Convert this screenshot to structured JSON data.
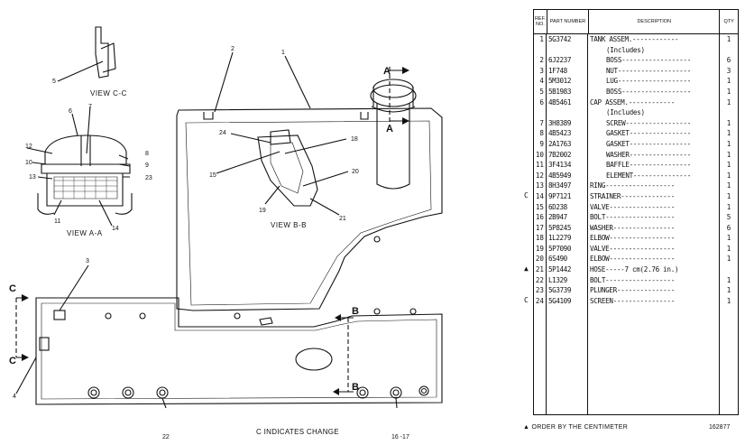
{
  "drawing": {
    "view_labels": {
      "view_cc": "VIEW C-C",
      "view_aa": "VIEW A-A",
      "view_bb": "VIEW B-B"
    },
    "section_letters": {
      "a_top": "A",
      "a_bottom": "A",
      "b_top": "B",
      "b_bottom": "B",
      "c_top": "C",
      "c_bottom": "C"
    },
    "callouts": [
      "1",
      "2",
      "3",
      "4",
      "5",
      "6",
      "7",
      "8",
      "9",
      "10",
      "11",
      "12",
      "13",
      "14",
      "15",
      "16 -17",
      "18",
      "19",
      "20",
      "21",
      "22",
      "23",
      "24"
    ],
    "change_note": "C INDICATES CHANGE"
  },
  "parts_table": {
    "headers": {
      "ref_no": "REF. NO.",
      "part_number": "PART NUMBER",
      "description": "DESCRIPTION",
      "qty": "QTY"
    },
    "rows": [
      {
        "mark": "",
        "ref": "1",
        "part": "5G3742",
        "desc": "TANK ASSEM.------------",
        "indent": false,
        "qty": "1"
      },
      {
        "mark": "",
        "ref": "",
        "part": "",
        "desc": "(Includes)",
        "indent": true,
        "qty": ""
      },
      {
        "mark": "",
        "ref": "2",
        "part": "6J2237",
        "desc": "BOSS------------------",
        "indent": true,
        "qty": "6"
      },
      {
        "mark": "",
        "ref": "3",
        "part": "1F748",
        "desc": "NUT-------------------",
        "indent": true,
        "qty": "3"
      },
      {
        "mark": "",
        "ref": "4",
        "part": "5M3012",
        "desc": "LUG-------------------",
        "indent": true,
        "qty": "1"
      },
      {
        "mark": "",
        "ref": "5",
        "part": "5B1983",
        "desc": "BOSS------------------",
        "indent": true,
        "qty": "1"
      },
      {
        "mark": "",
        "ref": "6",
        "part": "4B5461",
        "desc": "CAP ASSEM.------------",
        "indent": false,
        "qty": "1"
      },
      {
        "mark": "",
        "ref": "",
        "part": "",
        "desc": "(Includes)",
        "indent": true,
        "qty": ""
      },
      {
        "mark": "",
        "ref": "7",
        "part": "3H8389",
        "desc": "SCREW-----------------",
        "indent": true,
        "qty": "1"
      },
      {
        "mark": "",
        "ref": "8",
        "part": "4B5423",
        "desc": "GASKET----------------",
        "indent": true,
        "qty": "1"
      },
      {
        "mark": "",
        "ref": "9",
        "part": "2A1763",
        "desc": "GASKET----------------",
        "indent": true,
        "qty": "1"
      },
      {
        "mark": "",
        "ref": "10",
        "part": "7B2002",
        "desc": "WASHER----------------",
        "indent": true,
        "qty": "1"
      },
      {
        "mark": "",
        "ref": "11",
        "part": "3F4134",
        "desc": "BAFFLE----------------",
        "indent": true,
        "qty": "1"
      },
      {
        "mark": "",
        "ref": "12",
        "part": "4B5949",
        "desc": "ELEMENT---------------",
        "indent": true,
        "qty": "1"
      },
      {
        "mark": "",
        "ref": "13",
        "part": "8H3497",
        "desc": "RING------------------",
        "indent": false,
        "qty": "1"
      },
      {
        "mark": "C",
        "ref": "14",
        "part": "9P7121",
        "desc": "STRAINER--------------",
        "indent": false,
        "qty": "1"
      },
      {
        "mark": "",
        "ref": "15",
        "part": "6D238",
        "desc": "VALVE-----------------",
        "indent": false,
        "qty": "1"
      },
      {
        "mark": "",
        "ref": "16",
        "part": "2B947",
        "desc": "BOLT------------------",
        "indent": false,
        "qty": "5"
      },
      {
        "mark": "",
        "ref": "17",
        "part": "5P8245",
        "desc": "WASHER----------------",
        "indent": false,
        "qty": "6"
      },
      {
        "mark": "",
        "ref": "18",
        "part": "1L2279",
        "desc": "ELBOW-----------------",
        "indent": false,
        "qty": "1"
      },
      {
        "mark": "",
        "ref": "19",
        "part": "5P7090",
        "desc": "VALVE-----------------",
        "indent": false,
        "qty": "1"
      },
      {
        "mark": "",
        "ref": "20",
        "part": "6S490",
        "desc": "ELBOW-----------------",
        "indent": false,
        "qty": "1"
      },
      {
        "mark": "▲",
        "ref": "21",
        "part": "5P1442",
        "desc": "HOSE-----7 cm(2.76 in.)",
        "indent": false,
        "qty": ""
      },
      {
        "mark": "",
        "ref": "22",
        "part": "L1329",
        "desc": "BOLT------------------",
        "indent": false,
        "qty": "1"
      },
      {
        "mark": "",
        "ref": "23",
        "part": "5G3739",
        "desc": "PLUNGER---------------",
        "indent": false,
        "qty": "1"
      },
      {
        "mark": "C",
        "ref": "24",
        "part": "5G4109",
        "desc": "SCREEN----------------",
        "indent": false,
        "qty": "1"
      }
    ]
  },
  "footer": {
    "note": "▲ ORDER BY THE CENTIMETER",
    "plate_number": "162877"
  }
}
